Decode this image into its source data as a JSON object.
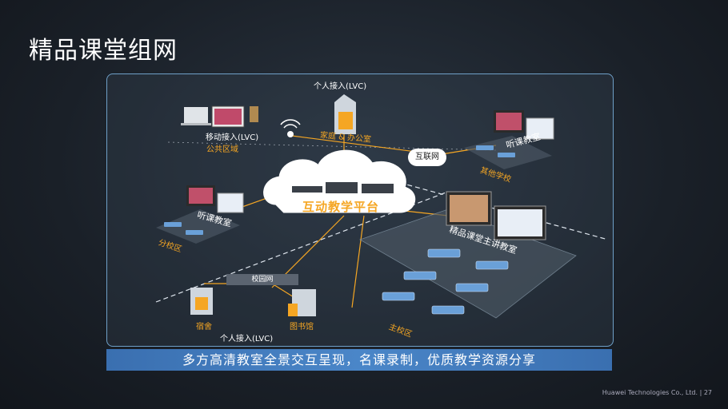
{
  "title": "精品课堂组网",
  "labels": {
    "personal_top": "个人接入(LVC)",
    "mobile": "移动接入(LVC)",
    "public_area": "公共区域",
    "home_office": "家庭 & 办公室",
    "internet": "互联网",
    "listen_room_other": "听课教室",
    "other_school": "其他学校",
    "platform": "互动教学平台",
    "listen_room_branch": "听课教室",
    "branch_campus": "分校区",
    "main_room": "精品课堂主讲教室",
    "campus_net": "校园网",
    "dorm": "宿舍",
    "library": "图书馆",
    "personal_bottom": "个人接入(LVC)",
    "main_campus": "主校区"
  },
  "banner": "多方高清教室全景交互呈现，名课录制，优质教学资源分享",
  "footer": "Huawei Technologies Co., Ltd.  |  27",
  "colors": {
    "accent": "#f5a623",
    "banner": "#4a86c8",
    "panel_border": "#6fa0c8"
  }
}
